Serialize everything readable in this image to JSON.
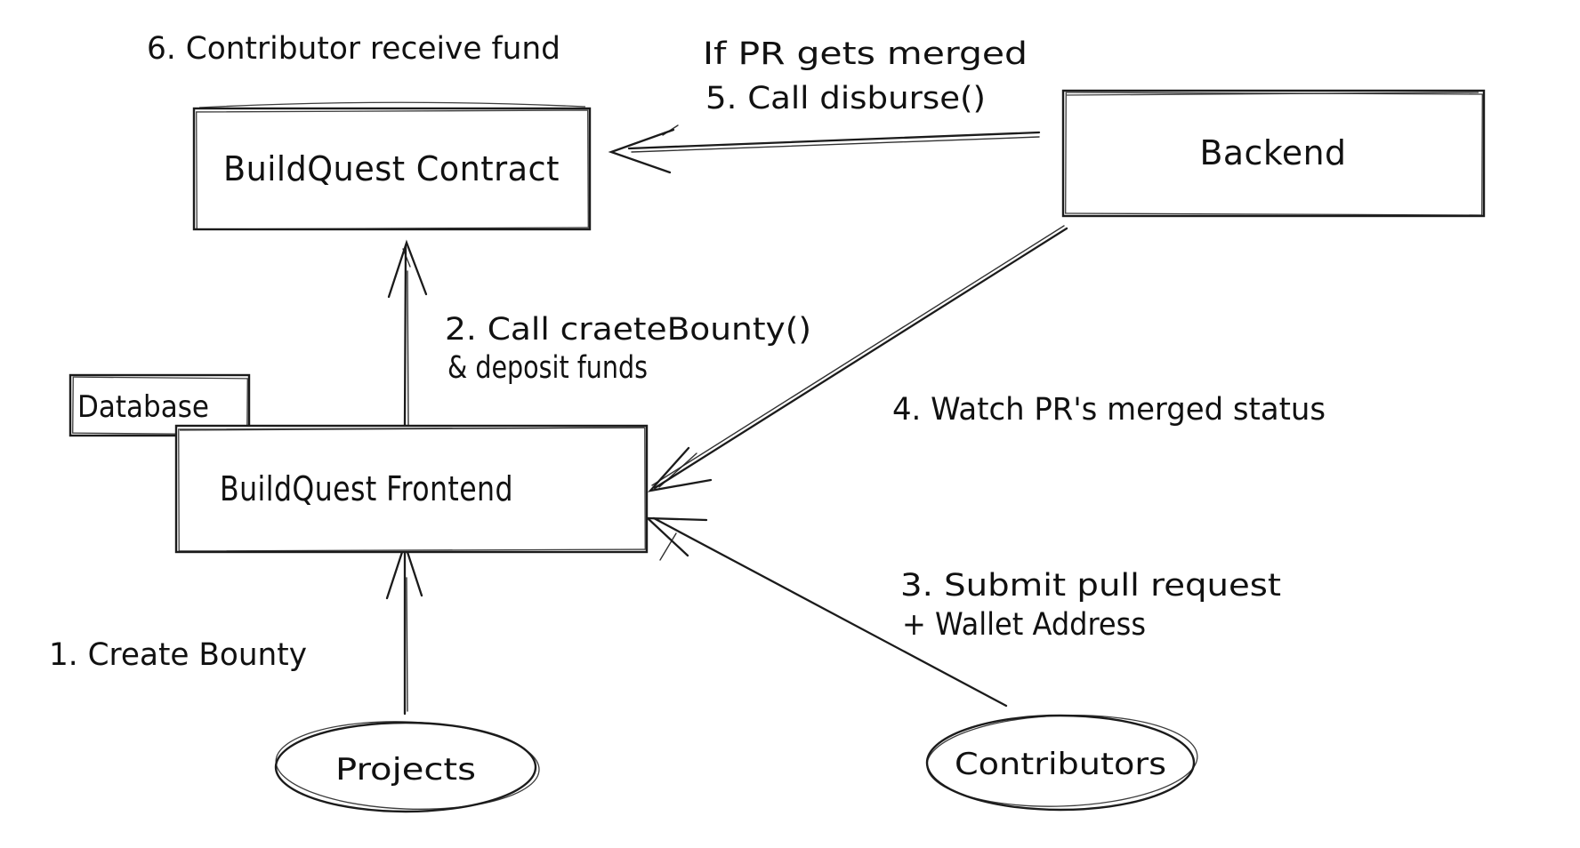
{
  "diagram": {
    "style": "hand-drawn flowchart",
    "colors": {
      "background": "#ffffff",
      "ink": "#1b1b1b"
    },
    "nodes": {
      "contract": {
        "label": "BuildQuest Contract",
        "shape": "rectangle"
      },
      "backend": {
        "label": "Backend",
        "shape": "rectangle"
      },
      "database": {
        "label": "Database",
        "shape": "rectangle"
      },
      "frontend": {
        "label": "BuildQuest Frontend",
        "shape": "rectangle"
      },
      "projects": {
        "label": "Projects",
        "shape": "ellipse"
      },
      "contributors": {
        "label": "Contributors",
        "shape": "ellipse"
      }
    },
    "labels": {
      "step1": "1. Create Bounty",
      "step2_line1": "2. Call craeteBounty()",
      "step2_line2": "& deposit funds",
      "step3_line1": "3. Submit pull request",
      "step3_line2": "+ Wallet Address",
      "step4": "4. Watch PR's merged status",
      "step5_line1": "If PR gets merged",
      "step5_line2": "5. Call disburse()",
      "step6": "6. Contributor receive fund"
    },
    "edges": [
      {
        "from": "Projects",
        "to": "BuildQuest Frontend",
        "label_ref": [
          "step1"
        ]
      },
      {
        "from": "BuildQuest Frontend",
        "to": "BuildQuest Contract",
        "label_ref": [
          "step2_line1",
          "step2_line2"
        ]
      },
      {
        "from": "Contributors",
        "to": "BuildQuest Frontend",
        "label_ref": [
          "step3_line1",
          "step3_line2"
        ]
      },
      {
        "from": "Backend",
        "to": "BuildQuest Frontend",
        "label_ref": [
          "step4"
        ]
      },
      {
        "from": "Backend",
        "to": "BuildQuest Contract",
        "label_ref": [
          "step5_line1",
          "step5_line2"
        ]
      }
    ],
    "floating_notes": [
      {
        "label_ref": "step6"
      }
    ]
  }
}
